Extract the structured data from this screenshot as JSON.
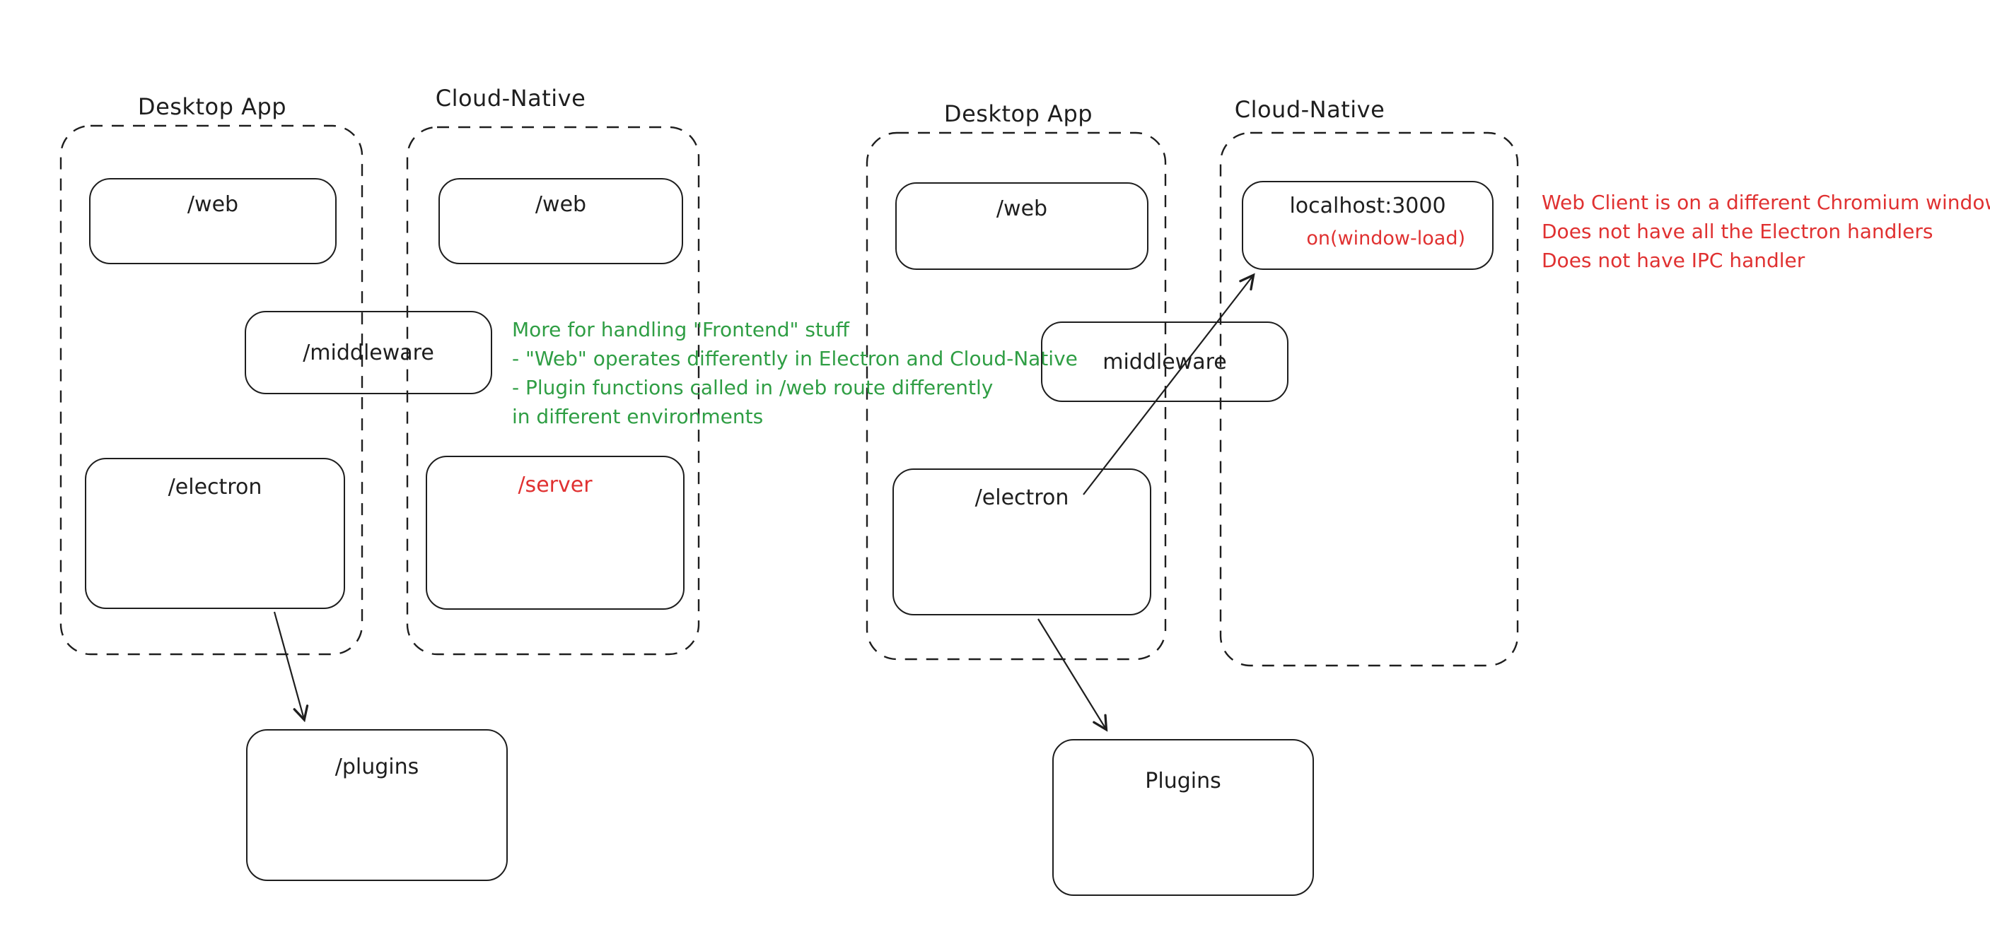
{
  "colors": {
    "ink": "#1e1e1e",
    "red": "#e03131",
    "green": "#2f9e44",
    "background": "#ffffff"
  },
  "left": {
    "desktop_title": "Desktop App",
    "cloud_title": "Cloud-Native",
    "web_desktop": "/web",
    "web_cloud": "/web",
    "middleware": "/middleware",
    "electron": "/electron",
    "server": "/server",
    "plugins": "/plugins",
    "green_note": {
      "line1": "More for handling \"Frontend\" stuff",
      "line2": "- \"Web\" operates differently in Electron and Cloud-Native",
      "line3": "- Plugin functions called in /web route differently",
      "line4": "in different environments"
    }
  },
  "right": {
    "desktop_title": "Desktop App",
    "cloud_title": "Cloud-Native",
    "web": "/web",
    "localhost": "localhost:3000",
    "window_load": "on(window-load)",
    "middleware": "middleware",
    "electron": "/electron",
    "plugins": "Plugins",
    "red_note": {
      "line1": "Web Client is on a different Chromium window",
      "line2": "Does not have all the Electron handlers",
      "line3": "Does not have IPC handler"
    }
  }
}
